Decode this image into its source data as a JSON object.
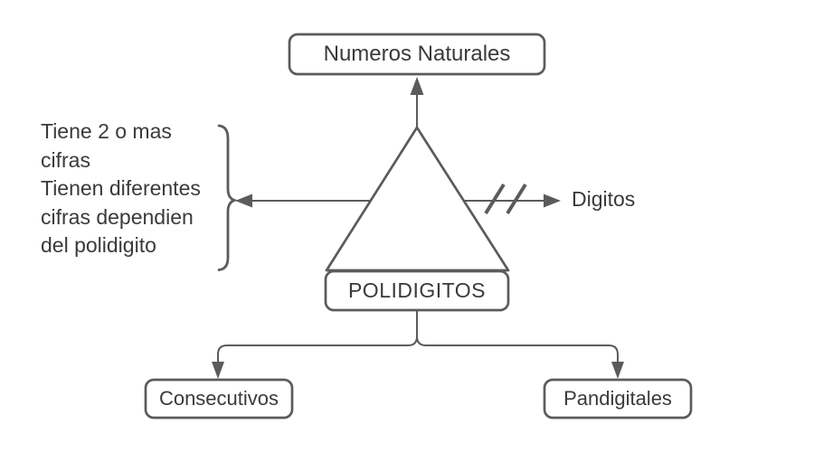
{
  "diagram": {
    "nodes": {
      "top": {
        "label": "Numeros Naturales"
      },
      "center": {
        "label": "POLIDIGITOS"
      },
      "left_child": {
        "label": "Consecutivos"
      },
      "right_child": {
        "label": "Pandigitales"
      }
    },
    "annotations": {
      "right_arrow_label": "Digitos",
      "left_note": "Tiene 2 o mas\ncifras\nTienen diferentes\ncifras dependien\ndel polidigito"
    },
    "colors": {
      "stroke": "#5b5b5b",
      "text": "#3a3a3a",
      "background": "#ffffff"
    }
  }
}
